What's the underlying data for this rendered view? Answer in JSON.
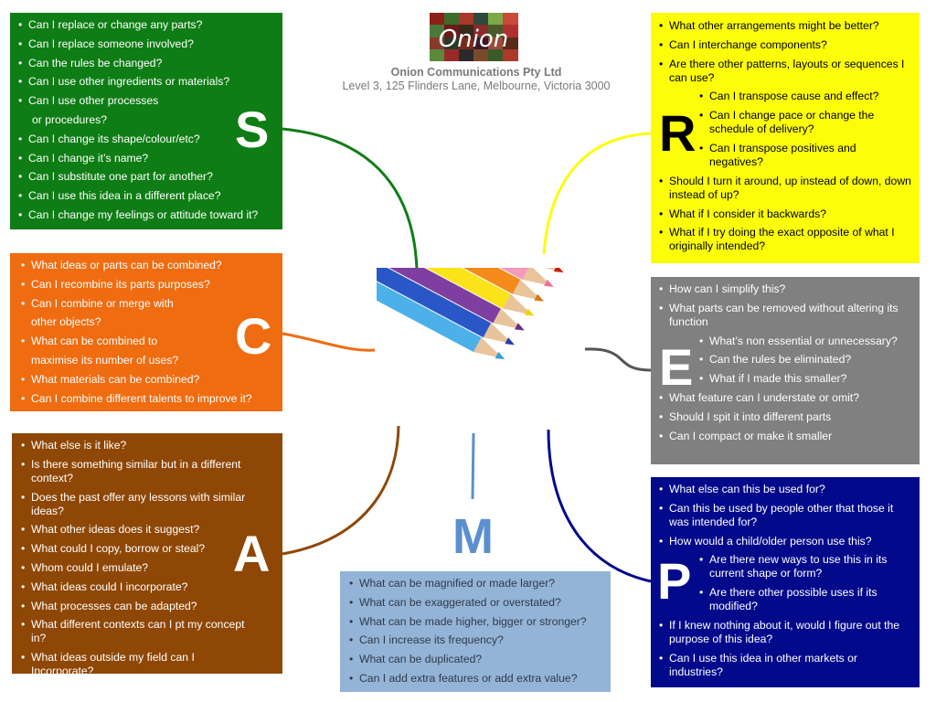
{
  "header": {
    "logo_text": "Onion",
    "company_name": "Onion Communications Pty Ltd",
    "address": "Level 3, 125 Flinders Lane, Melbourne, Victoria 3000"
  },
  "center_image": "coloured-pencils",
  "sections": {
    "s": {
      "letter": "S",
      "color": "#0f7d15",
      "items": [
        "Can I replace or change any parts?",
        "Can I replace someone involved?",
        "Can the rules be changed?",
        "Can I use other ingredients or materials?",
        "Can I use other processes",
        "or procedures?",
        "Can I change its shape/colour/etc?",
        "Can I change it’s name?",
        "Can I substitute one part for another?",
        "Can I use this idea in a different place?",
        "Can I change my feelings or attitude toward it?"
      ]
    },
    "c": {
      "letter": "C",
      "color": "#ef6c11",
      "items": [
        "What ideas or parts can be combined?",
        "Can I recombine its parts purposes?",
        "Can I combine or merge with",
        "other objects?",
        "What can be combined to",
        "maximise its number of uses?",
        "What materials can be combined?",
        "Can I combine different talents to improve it?"
      ]
    },
    "a": {
      "letter": "A",
      "color": "#8f4706",
      "items": [
        "What else is it like?",
        "Is there something similar but in a different context?",
        "Does the past offer any lessons with similar ideas?",
        "What other ideas does it suggest?",
        "What could I copy, borrow or steal?",
        "Whom could I emulate?",
        "What ideas could I incorporate?",
        "What processes can be adapted?",
        "What different contexts can I pt my concept in?",
        "What ideas outside my field can I Incorporate?"
      ]
    },
    "m": {
      "letter": "M",
      "color": "#94b4d7",
      "items": [
        "What can be magnified or made larger?",
        "What can be exaggerated or overstated?",
        "What can be made higher, bigger or stronger?",
        "Can I increase its frequency?",
        "What can be duplicated?",
        "Can I add extra features or add extra value?"
      ]
    },
    "r": {
      "letter": "R",
      "color": "#fdfd0a",
      "items": [
        "What other arrangements might be better?",
        "Can I interchange components?",
        "Are there other patterns, layouts or sequences I can use?"
      ],
      "sub_items": [
        "Can I transpose cause and effect?",
        "Can I change pace or change the schedule of delivery?",
        "Can I transpose positives and negatives?"
      ],
      "items_after": [
        "Should I turn it around, up instead of down, down instead of up?",
        "What if I consider it backwards?",
        "What if I try doing the exact opposite of what I originally intended?"
      ]
    },
    "e": {
      "letter": "E",
      "color": "#808080",
      "items": [
        "How can I simplify this?",
        "What parts can be removed without altering its function"
      ],
      "sub_items": [
        "What’s non essential or unnecessary?",
        "Can the rules be eliminated?",
        " What if I made this smaller?"
      ],
      "items_after": [
        "What feature can I understate or omit?",
        "Should I spit it into different parts",
        "Can I compact or make it smaller"
      ]
    },
    "p": {
      "letter": "P",
      "color": "#020a8b",
      "items": [
        "What else can this be used for?",
        "Can this be used by people other that those it was intended for?",
        "How would a child/older person use this?"
      ],
      "sub_items": [
        "Are there new ways to use this in its current shape or form?",
        "Are there other possible uses if its modified?"
      ],
      "items_after": [
        "If I knew nothing about it, would I figure out the purpose of this idea?",
        "Can I use this idea in other markets or industries?"
      ]
    }
  }
}
